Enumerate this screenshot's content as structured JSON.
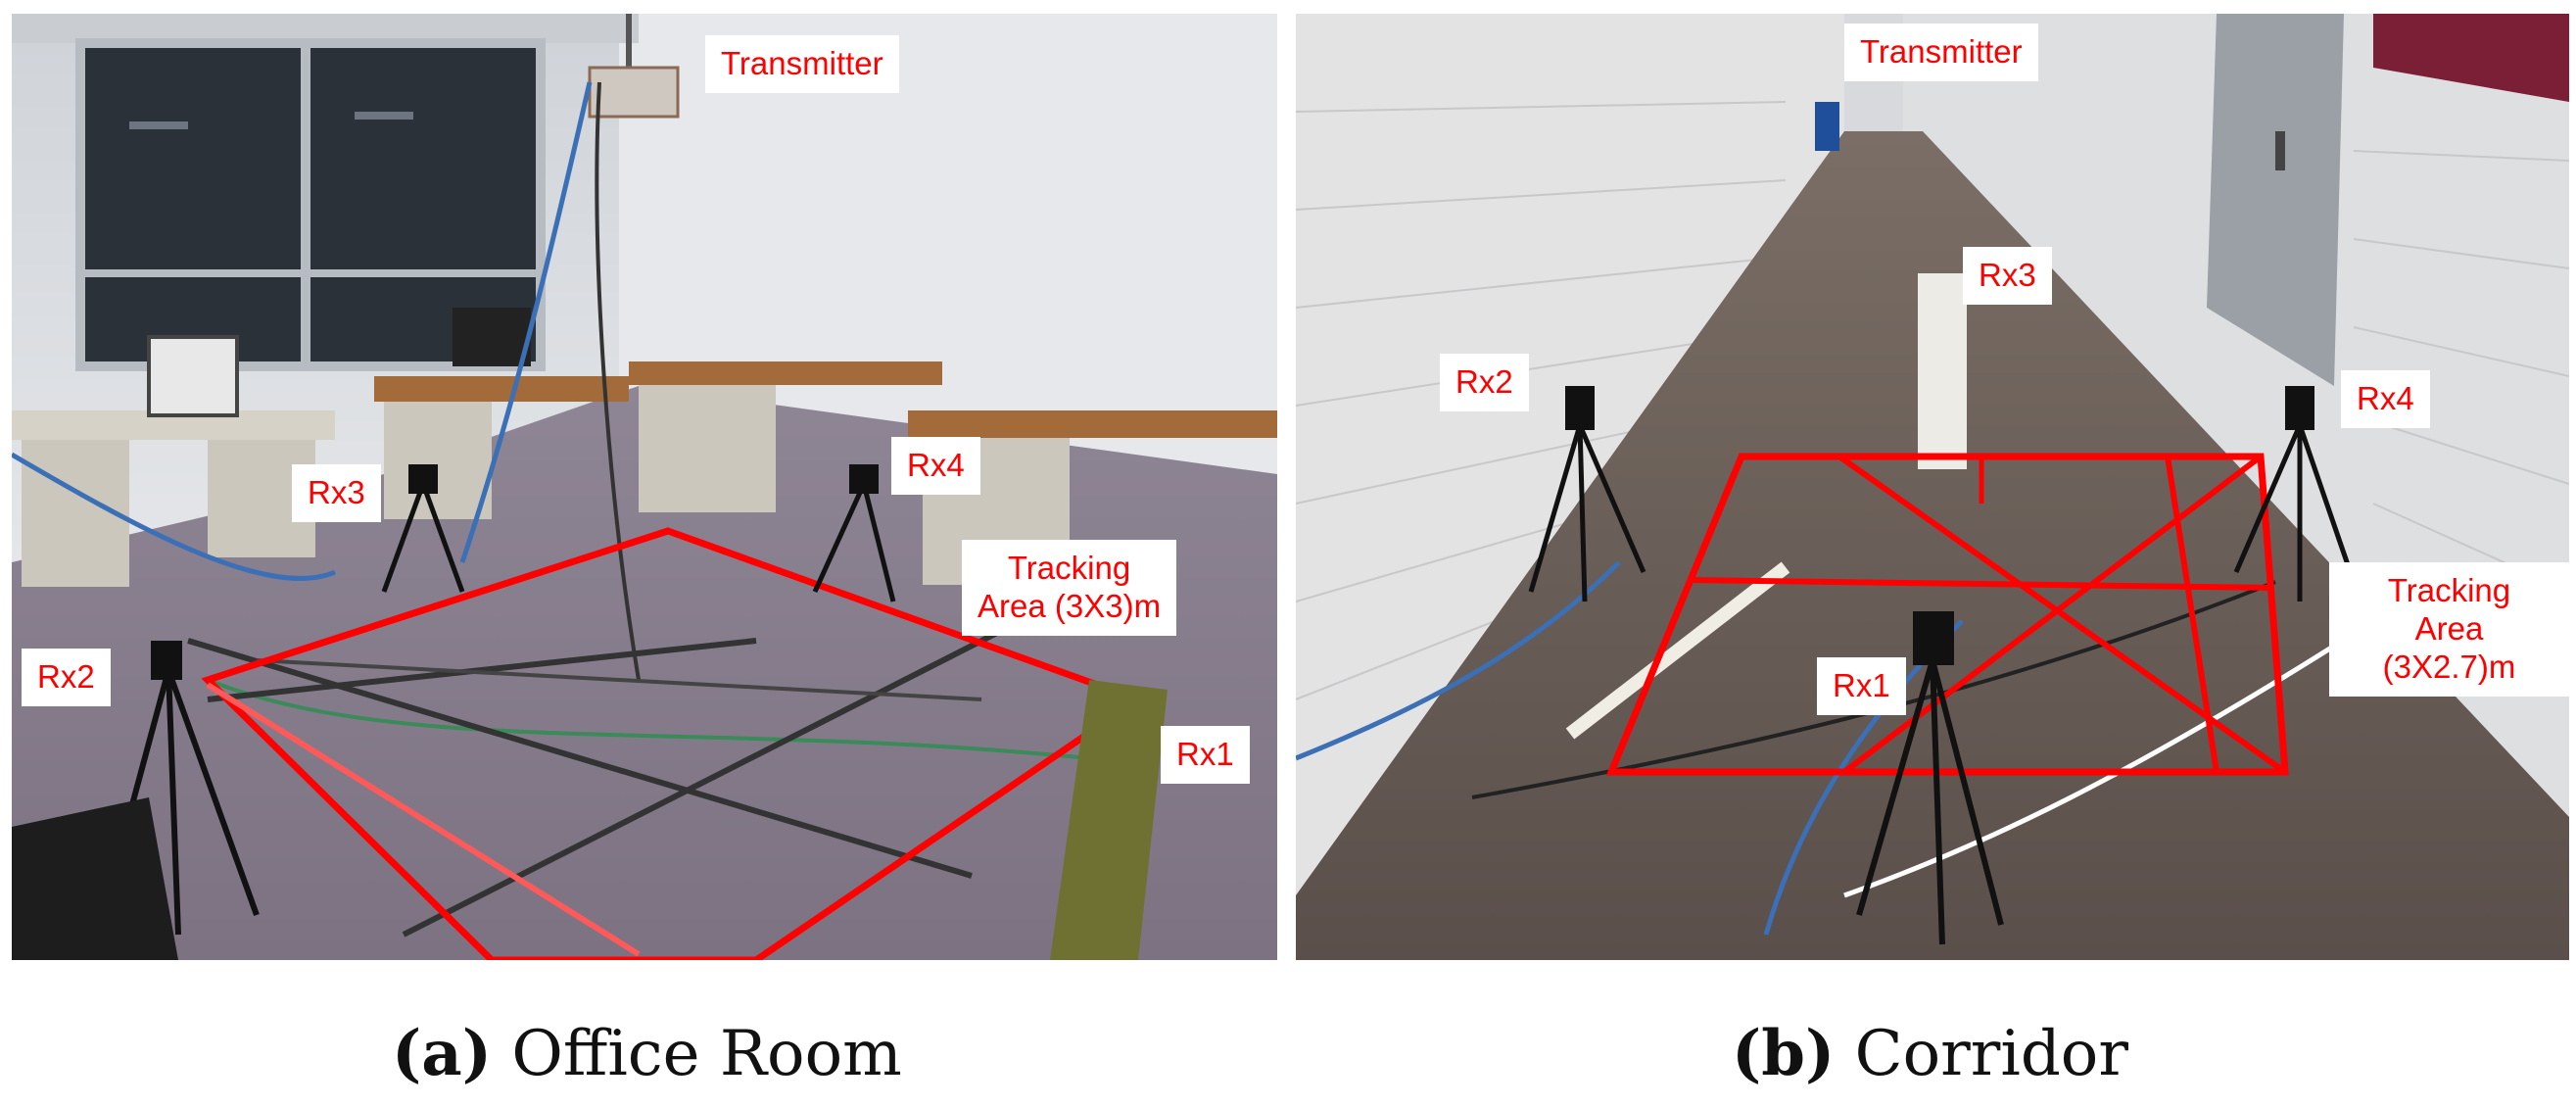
{
  "panels": [
    {
      "letter": "(a)",
      "caption": "Office Room",
      "labels": {
        "transmitter": "Transmitter",
        "rx1": "Rx1",
        "rx2": "Rx2",
        "rx3": "Rx3",
        "rx4": "Rx4",
        "tracking_line1": "Tracking",
        "tracking_line2": "Area (3X3)m"
      }
    },
    {
      "letter": "(b)",
      "caption": "Corridor",
      "labels": {
        "transmitter": "Transmitter",
        "rx1": "Rx1",
        "rx2": "Rx2",
        "rx3": "Rx3",
        "rx4": "Rx4",
        "tracking_line1": "Tracking",
        "tracking_line2": "Area",
        "tracking_line3": "(3X2.7)m"
      }
    }
  ],
  "colors": {
    "annotation_red": "#ff0000",
    "label_background": "#ffffff",
    "carpet": "#8a8190",
    "wall": "#dcdde0"
  }
}
